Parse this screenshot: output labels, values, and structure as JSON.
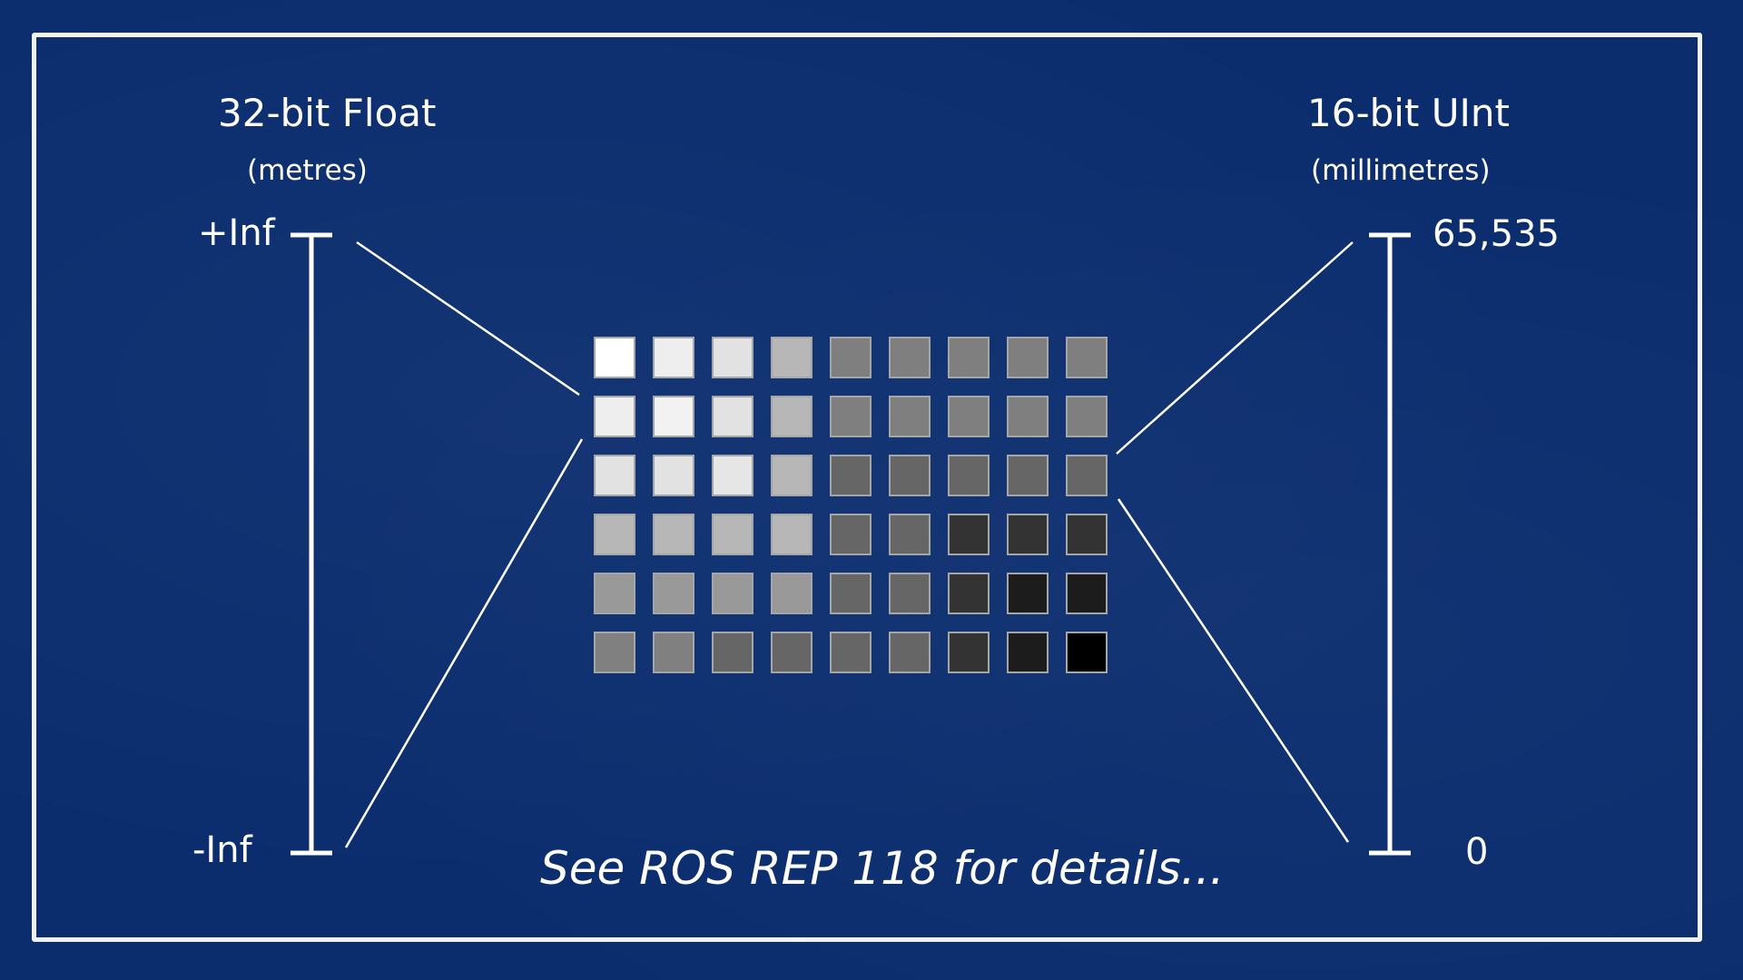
{
  "left_scale": {
    "title": "32-bit Float",
    "unit": "(metres)",
    "top_label": "+Inf",
    "bottom_label": "-Inf"
  },
  "right_scale": {
    "title": "16-bit UInt",
    "unit": "(millimetres)",
    "top_label": "65,535",
    "bottom_label": "0"
  },
  "footer": {
    "text": "See ROS REP 118 for details..."
  },
  "grid": {
    "rows": 6,
    "cols": 9,
    "cells": [
      [
        "#ffffff",
        "#eeeeee",
        "#e2e2e2",
        "#b7b7b7",
        "#7f7f7f",
        "#7f7f7f",
        "#7f7f7f",
        "#7f7f7f",
        "#7f7f7f"
      ],
      [
        "#eeeeee",
        "#f2f2f2",
        "#e2e2e2",
        "#b7b7b7",
        "#7f7f7f",
        "#7f7f7f",
        "#7f7f7f",
        "#7f7f7f",
        "#7f7f7f"
      ],
      [
        "#e2e2e2",
        "#e2e2e2",
        "#e6e6e6",
        "#b7b7b7",
        "#666666",
        "#666666",
        "#666666",
        "#666666",
        "#666666"
      ],
      [
        "#b7b7b7",
        "#b7b7b7",
        "#b7b7b7",
        "#b7b7b7",
        "#666666",
        "#666666",
        "#333333",
        "#333333",
        "#333333"
      ],
      [
        "#999999",
        "#999999",
        "#999999",
        "#999999",
        "#666666",
        "#666666",
        "#333333",
        "#1c1c1c",
        "#1c1c1c"
      ],
      [
        "#808080",
        "#808080",
        "#666666",
        "#666666",
        "#666666",
        "#666666",
        "#333333",
        "#1c1c1c",
        "#000000"
      ]
    ]
  },
  "colors": {
    "background": "#0b2d6e",
    "line": "#ffffff",
    "cell_border": "#a6a6a6"
  }
}
